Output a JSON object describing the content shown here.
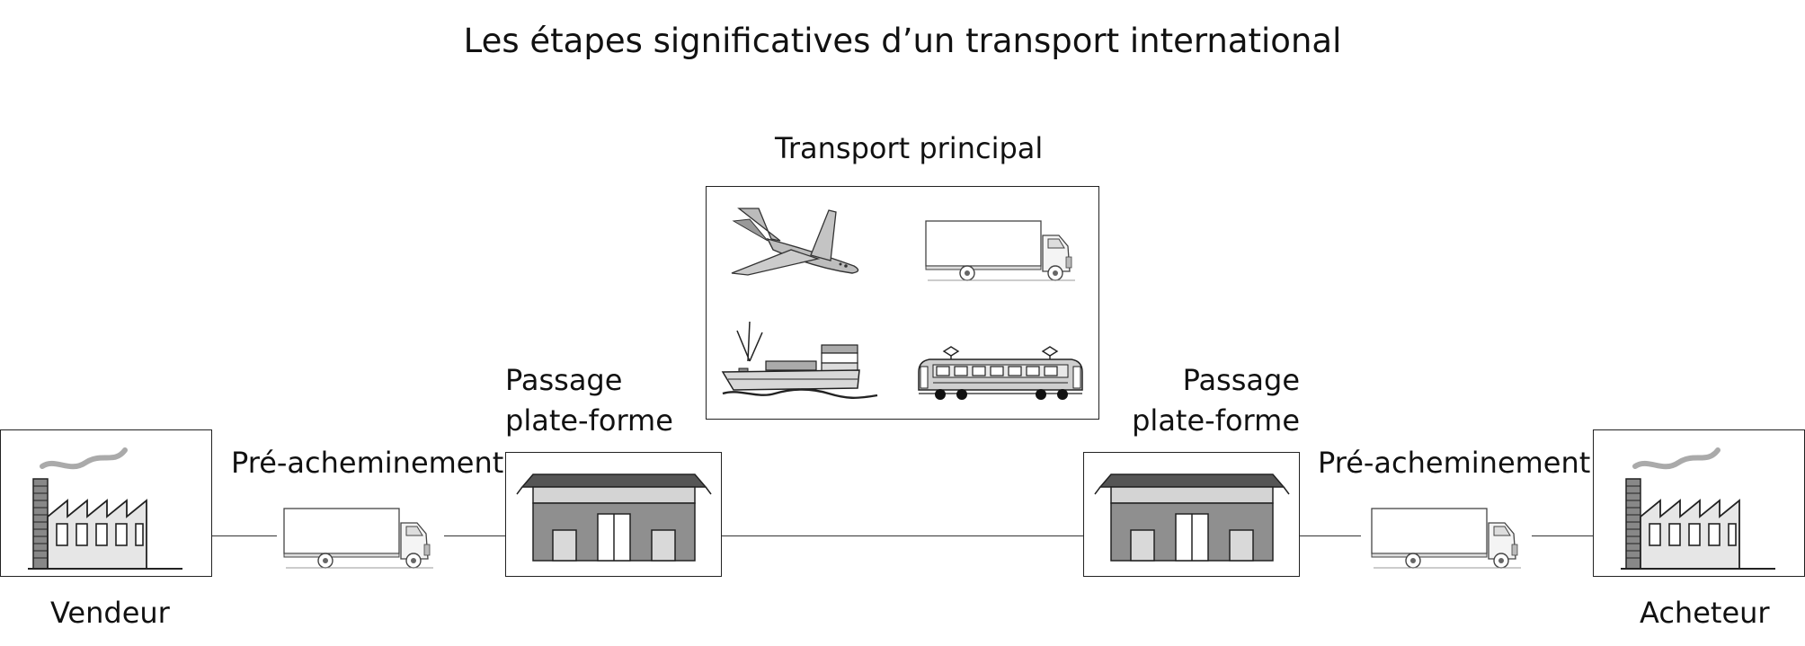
{
  "title": "Les étapes significatives d’un transport international",
  "main_transport": {
    "label": "Transport principal",
    "modes": [
      "airplane-icon",
      "truck-icon",
      "ship-icon",
      "tram-icon"
    ]
  },
  "nodes": {
    "seller": {
      "label": "Vendeur",
      "icon": "factory-icon"
    },
    "buyer": {
      "label": "Acheteur",
      "icon": "factory-icon"
    },
    "platform_left": {
      "label_line1": "Passage",
      "label_line2": "plate-forme",
      "icon": "warehouse-icon"
    },
    "platform_right": {
      "label_line1": "Passage",
      "label_line2": "plate-forme",
      "icon": "warehouse-icon"
    }
  },
  "legs": {
    "pre_carriage_left": {
      "label": "Pré-acheminement",
      "icon": "truck-icon"
    },
    "pre_carriage_right": {
      "label": "Pré-acheminement",
      "icon": "truck-icon"
    }
  },
  "colors": {
    "stroke": "#222222",
    "light_gray": "#d9d9d9",
    "mid_gray": "#a6a6a6",
    "dark_gray": "#555555"
  }
}
